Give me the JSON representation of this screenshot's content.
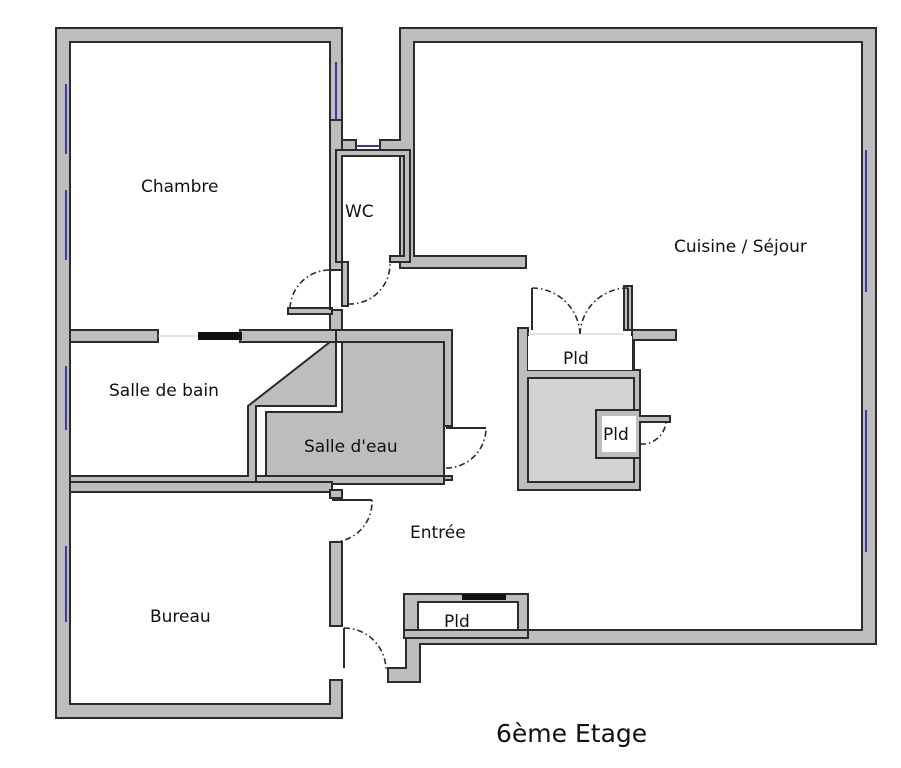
{
  "plan": {
    "title": "6ème Etage",
    "rooms": {
      "chambre": "Chambre",
      "wc": "WC",
      "cuisine_sejour": "Cuisine / Séjour",
      "salle_de_bain": "Salle de bain",
      "salle_eau": "Salle d'eau",
      "entree": "Entrée",
      "bureau": "Bureau",
      "placard_1": "Pld",
      "placard_2": "Pld",
      "placard_3": "Pld"
    }
  },
  "colors": {
    "wall": "#bdbdbd",
    "window": "#3a3aa8",
    "shaded_area": "#d3d3d3"
  }
}
